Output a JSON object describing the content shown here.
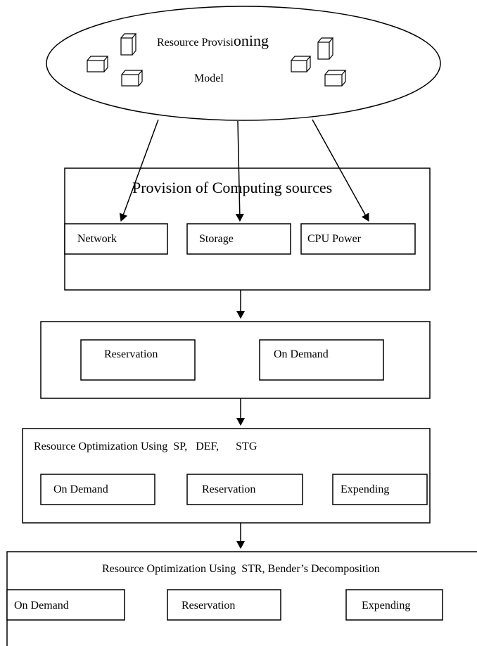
{
  "model": {
    "line1_a": "Resource Provisi",
    "line1_b": "oning",
    "line2": "Model"
  },
  "provision": {
    "title": "Provision of Computing sources",
    "items": [
      "Network",
      "Storage",
      "CPU Power"
    ]
  },
  "plan": {
    "items": [
      "Reservation",
      "On Demand"
    ]
  },
  "opt1": {
    "title": "Resource Optimization Using  SP,   DEF,      STG",
    "items": [
      "On Demand",
      "Reservation",
      "Expending"
    ]
  },
  "opt2": {
    "title": "Resource Optimization Using  STR, Bender’s Decomposition",
    "items": [
      "On Demand",
      "Reservation",
      "Expending"
    ]
  }
}
